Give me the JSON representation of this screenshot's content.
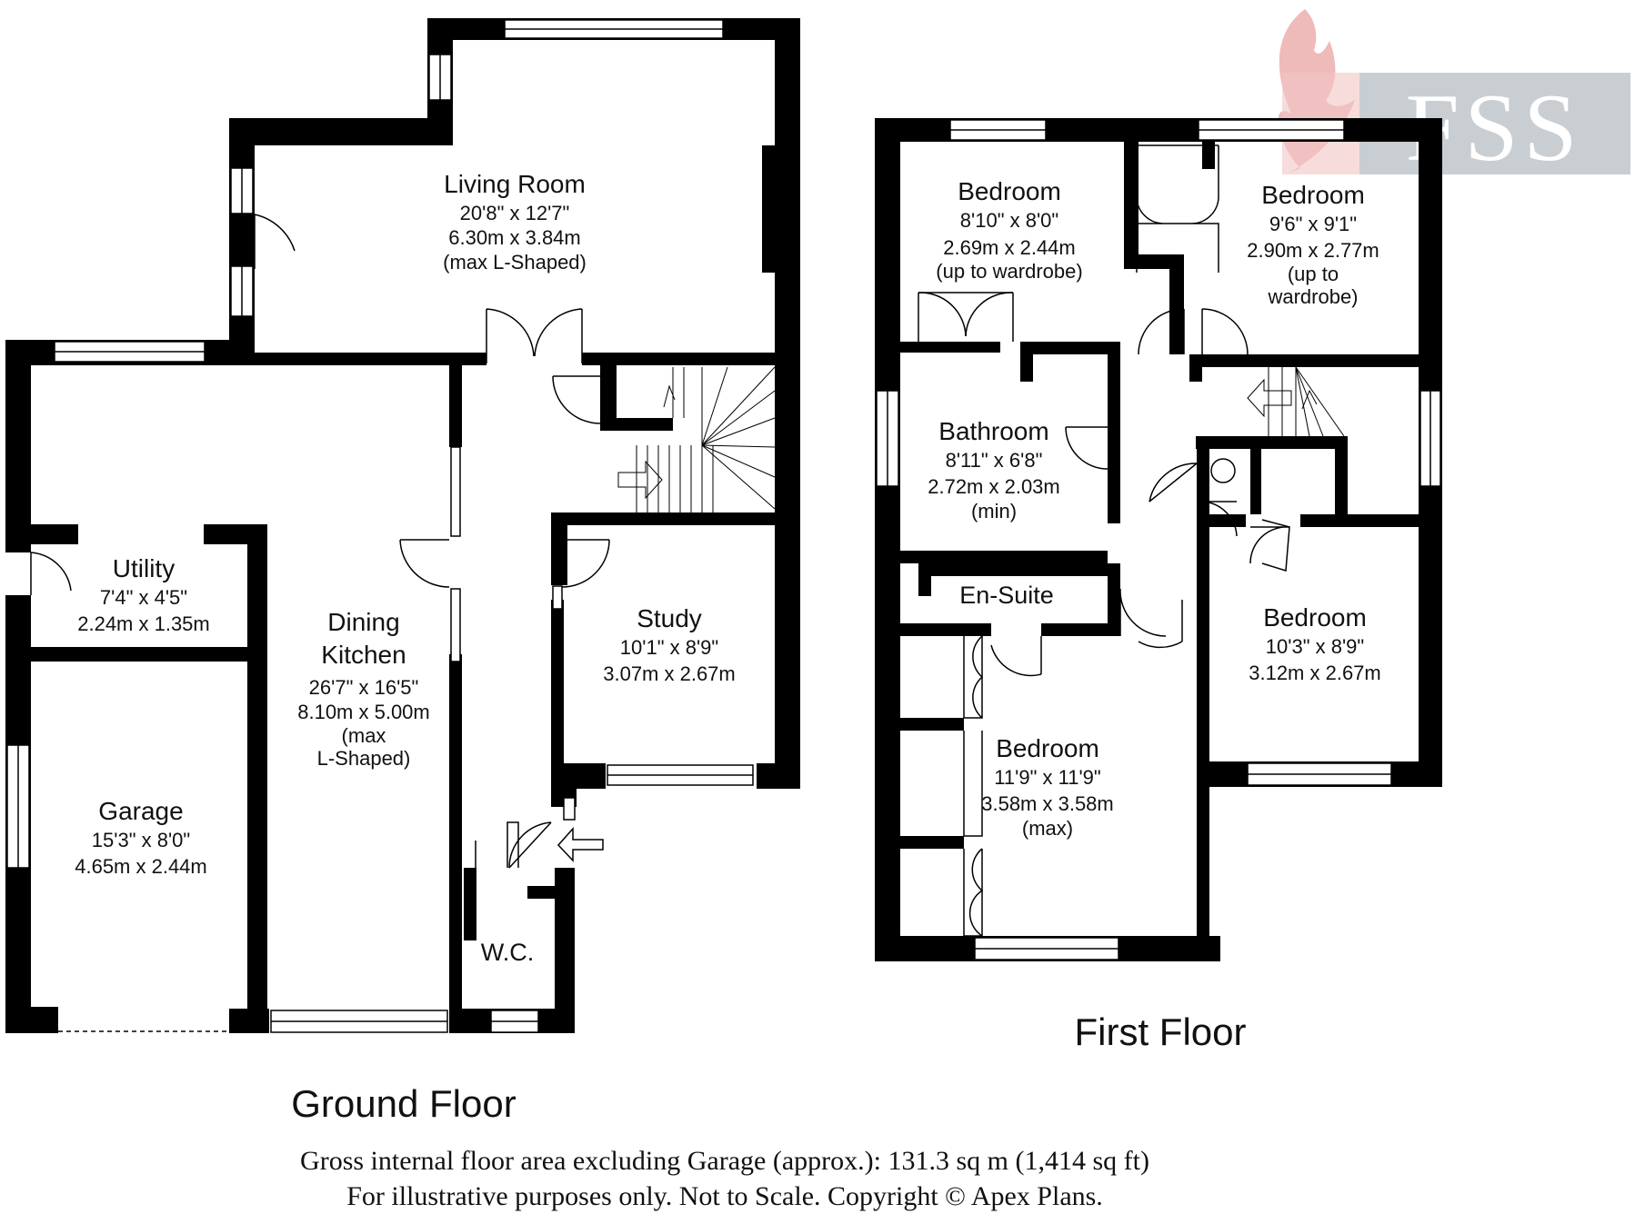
{
  "logo": {
    "text": "FSS",
    "colors": {
      "feather": "#e8a0a0",
      "box": "#c8cdd2",
      "letters": "#ffffff"
    }
  },
  "ground_floor": {
    "title": "Ground Floor",
    "rooms": {
      "living": {
        "name": "Living Room",
        "imperial": "20'8\" x 12'7\"",
        "metric": "6.30m x 3.84m",
        "note": "(max L-Shaped)"
      },
      "utility": {
        "name": "Utility",
        "imperial": "7'4\" x 4'5\"",
        "metric": "2.24m x 1.35m"
      },
      "dining": {
        "name1": "Dining",
        "name2": "Kitchen",
        "imperial": "26'7\" x 16'5\"",
        "metric": "8.10m x 5.00m",
        "note1": "(max",
        "note2": "L-Shaped)"
      },
      "study": {
        "name": "Study",
        "imperial": "10'1\" x 8'9\"",
        "metric": "3.07m x 2.67m"
      },
      "garage": {
        "name": "Garage",
        "imperial": "15'3\" x 8'0\"",
        "metric": "4.65m x 2.44m"
      },
      "wc": {
        "name": "W.C."
      }
    }
  },
  "first_floor": {
    "title": "First Floor",
    "rooms": {
      "bed1": {
        "name": "Bedroom",
        "imperial": "8'10\" x 8'0\"",
        "metric": "2.69m x 2.44m",
        "note": "(up to wardrobe)"
      },
      "bed2": {
        "name": "Bedroom",
        "imperial": "9'6\" x 9'1\"",
        "metric": "2.90m x 2.77m",
        "note1": "(up to",
        "note2": "wardrobe)"
      },
      "bath": {
        "name": "Bathroom",
        "imperial": "8'11\" x 6'8\"",
        "metric": "2.72m x 2.03m",
        "note": "(min)"
      },
      "ensuite": {
        "name": "En-Suite"
      },
      "bed3": {
        "name": "Bedroom",
        "imperial": "10'3\" x 8'9\"",
        "metric": "3.12m x 2.67m"
      },
      "bed4": {
        "name": "Bedroom",
        "imperial": "11'9\" x 11'9\"",
        "metric": "3.58m x 3.58m",
        "note": "(max)"
      }
    }
  },
  "footer": {
    "line1": "Gross internal floor area excluding Garage (approx.): 131.3 sq m (1,414 sq ft)",
    "line2": "For illustrative purposes only. Not to Scale. Copyright © Apex Plans."
  }
}
